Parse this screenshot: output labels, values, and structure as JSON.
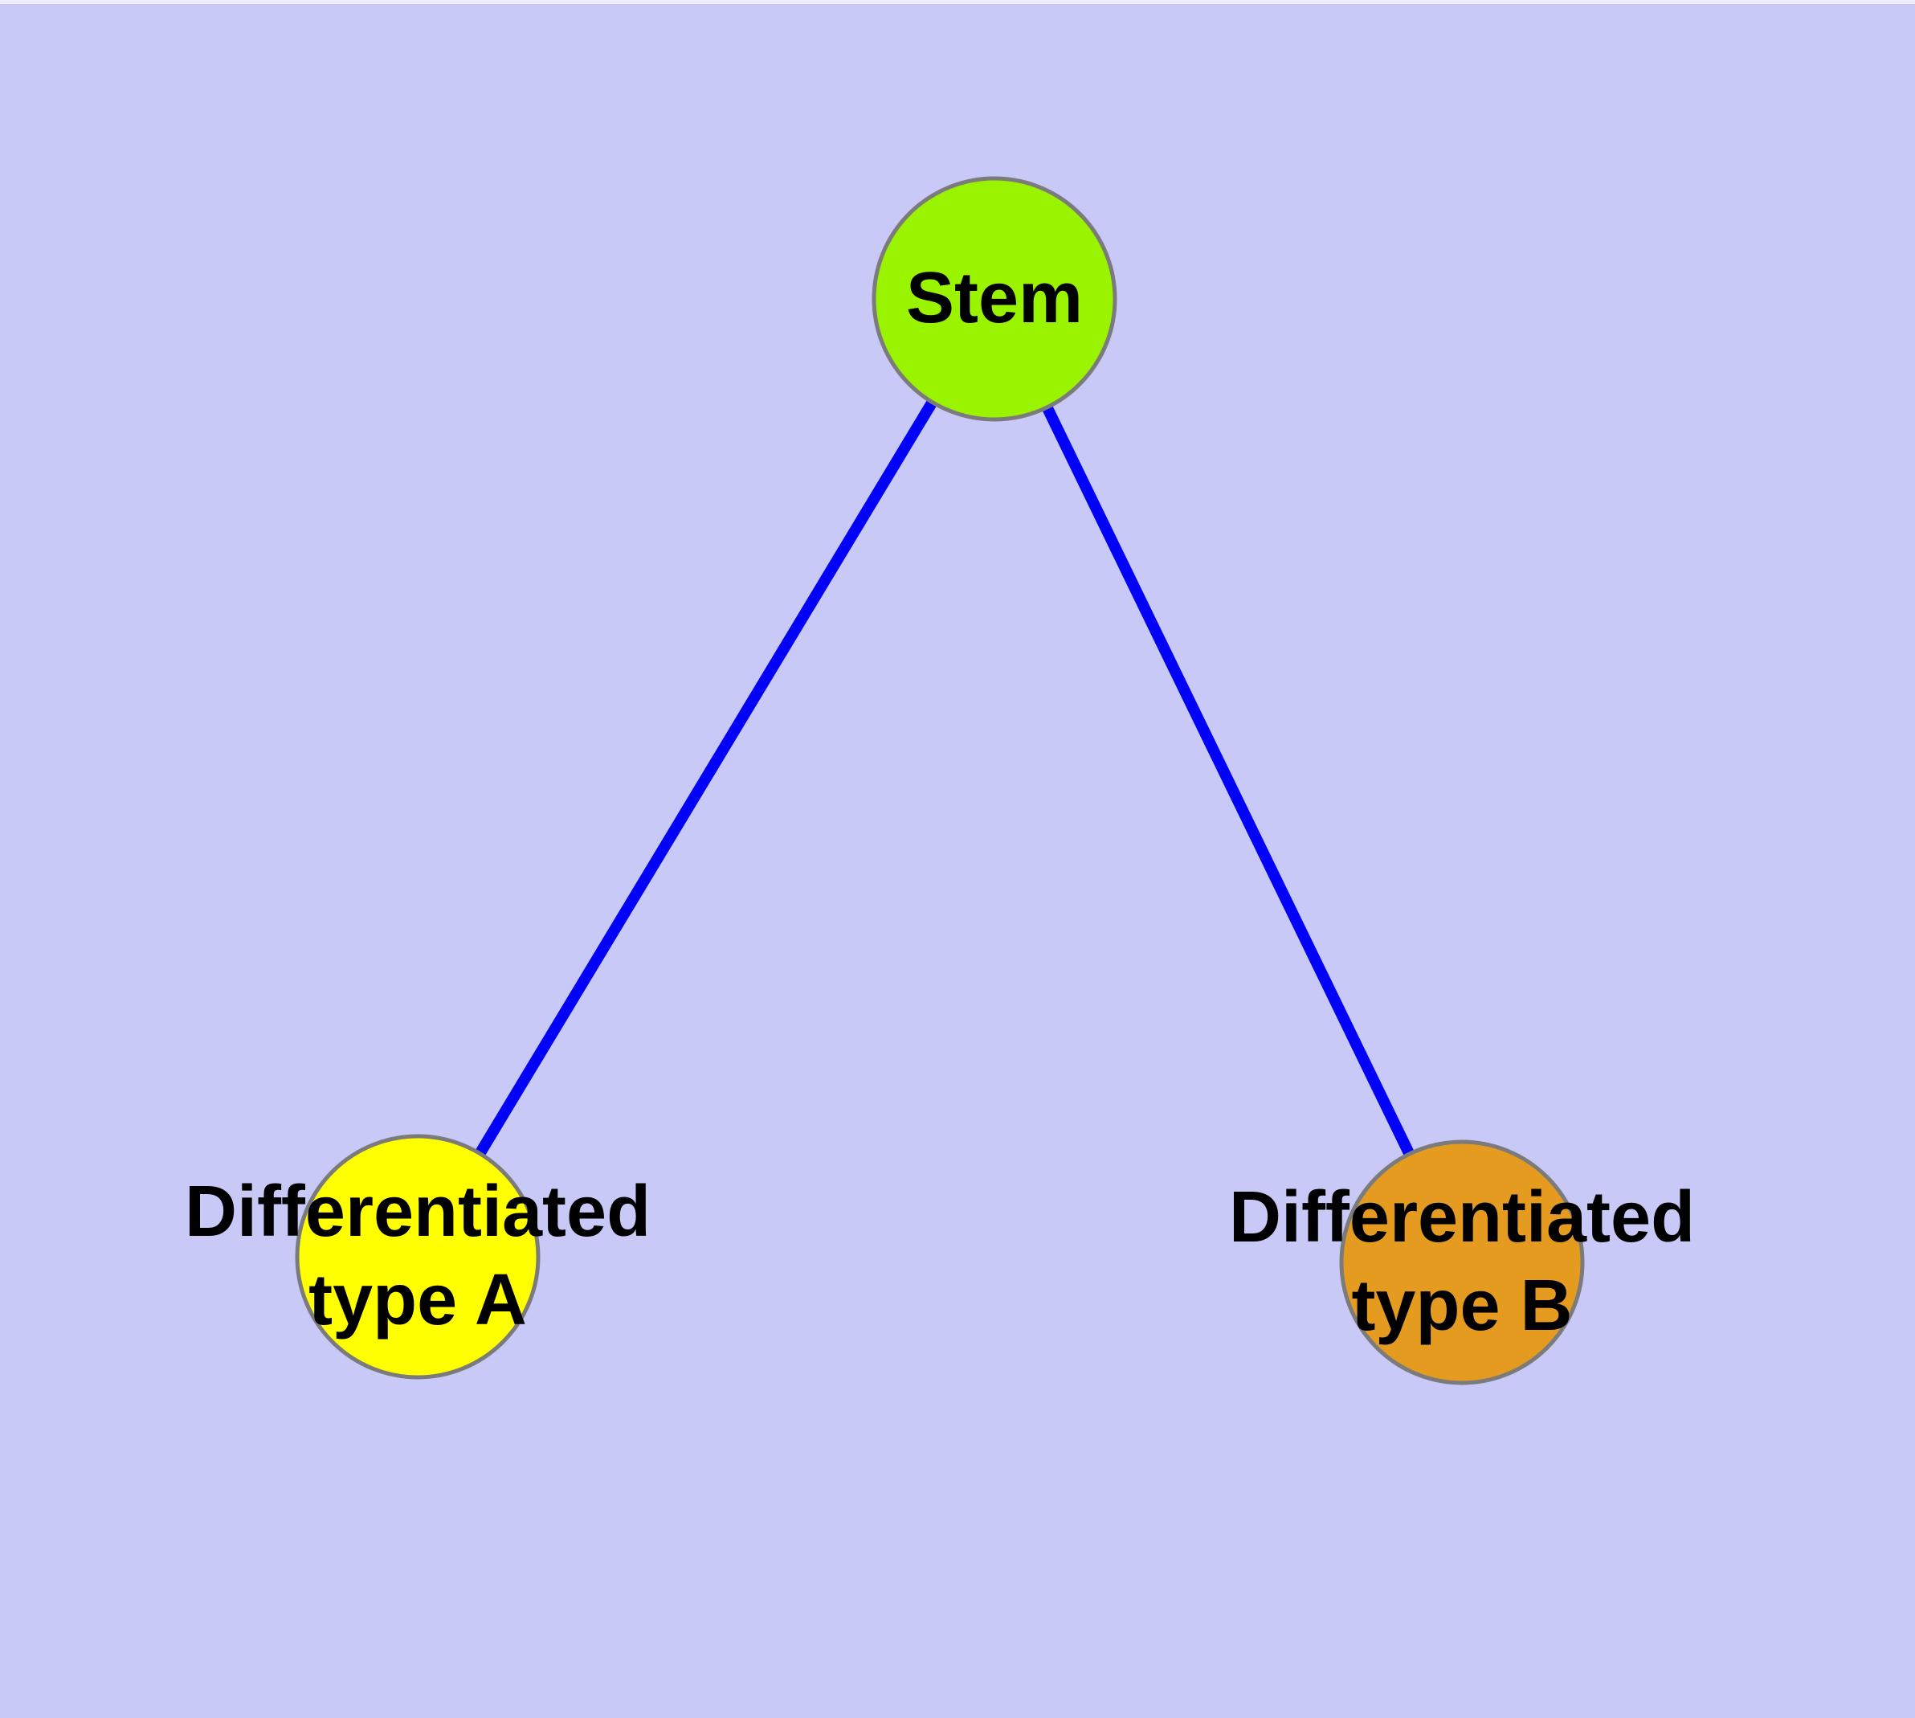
{
  "diagram": {
    "type": "node-link-graph",
    "background_color": "#C9C9F7",
    "top_strip_color": "#ECECFB",
    "edge_color": "#0202F8",
    "edge_width": "14",
    "node_border_color": "#7B7B7B",
    "node_border_width": "5",
    "label_color": "#000000",
    "nodes": [
      {
        "id": "stem",
        "label": "Stem",
        "color": "#9AF400"
      },
      {
        "id": "differentiated-type-a",
        "label": "Differentiated\ntype A",
        "color": "#FFFF00"
      },
      {
        "id": "differentiated-type-b",
        "label": "Differentiated\ntype B",
        "color": "#E49B20"
      }
    ],
    "edges": [
      {
        "from": "Stem",
        "to": "Differentiated type A"
      },
      {
        "from": "Stem",
        "to": "Differentiated type B"
      }
    ]
  }
}
